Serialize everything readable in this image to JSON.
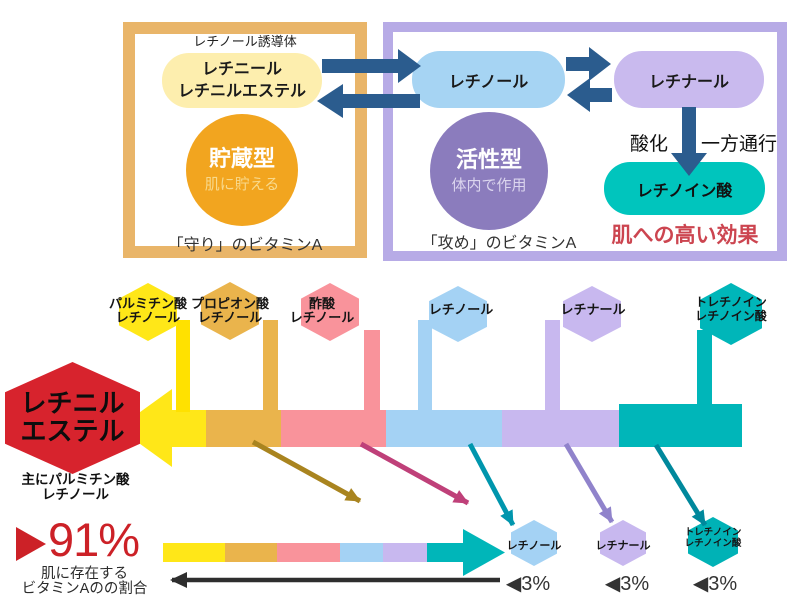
{
  "top_left_box": {
    "label": "レチノール誘導体",
    "pill_line1": "レチニール",
    "pill_line2": "レチニルエステル",
    "circle_title": "貯蔵型",
    "circle_subtitle": "肌に貯える",
    "caption": "「守り」のビタミンA"
  },
  "top_right_box": {
    "retinol": "レチノール",
    "retinal": "レチナール",
    "circle_title": "活性型",
    "circle_subtitle": "体内で作用",
    "oxidation_label": "酸化",
    "one_way_label": "一方通行",
    "retinoic_acid": "レチノイン酸",
    "effect": "肌への高い効果",
    "caption": "「攻め」のビタミンA"
  },
  "derivative_row": {
    "hex1_line1": "パルミチン酸",
    "hex1_line2": "レチノール",
    "hex2_line1": "プロピオン酸",
    "hex2_line2": "レチノール",
    "hex3_line1": "酢酸",
    "hex3_line2": "レチノール",
    "hex4": "レチノール",
    "hex5": "レチナール",
    "hex6_line1": "トレチノイン",
    "hex6_line2": "レチノイン酸"
  },
  "ester": {
    "line1": "レチニル",
    "line2": "エステル",
    "sub_line1": "主にパルミチン酸",
    "sub_line2": "レチノール"
  },
  "stats": {
    "big_percent": "91%",
    "big_caption1": "肌に存在する",
    "big_caption2": "ビタミンAのの割合",
    "mini_hex1": "レチノール",
    "mini_hex2": "レチナール",
    "mini_hex3_line1": "トレチノイン",
    "mini_hex3_line2": "レチノイン酸",
    "small_percent1": "◀3%",
    "small_percent2": "◀3%",
    "small_percent3": "◀3%"
  },
  "colors": {
    "flow_arrow_blue": "#2b5c8e",
    "left_box_border": "#e9b569",
    "pill_yellow": "#fdeeae",
    "circle_orange": "#f2a51f",
    "right_box_border": "#b7abe6",
    "pill_blue": "#a6d4f3",
    "pill_purple": "#c9baee",
    "circle_purple": "#8b7cbd",
    "pill_teal": "#00c5bd",
    "effect_red": "#cc4550",
    "hex_yellow": "#ffe718",
    "hex_orange": "#eab44c",
    "hex_pink": "#f9939b",
    "hex_blue": "#a4d2f4",
    "hex_purple": "#c8b8ef",
    "hex_teal": "#00b6b9",
    "ester_red": "#d7232d",
    "percent_red": "#cc2127",
    "arrow_olive": "#a9841f",
    "arrow_magenta": "#bf4079",
    "arrow_teal": "#0096ad",
    "arrow_purple": "#9083cb",
    "arrow_dark_teal": "#00889c",
    "arrow_black": "#2e2e2e"
  }
}
